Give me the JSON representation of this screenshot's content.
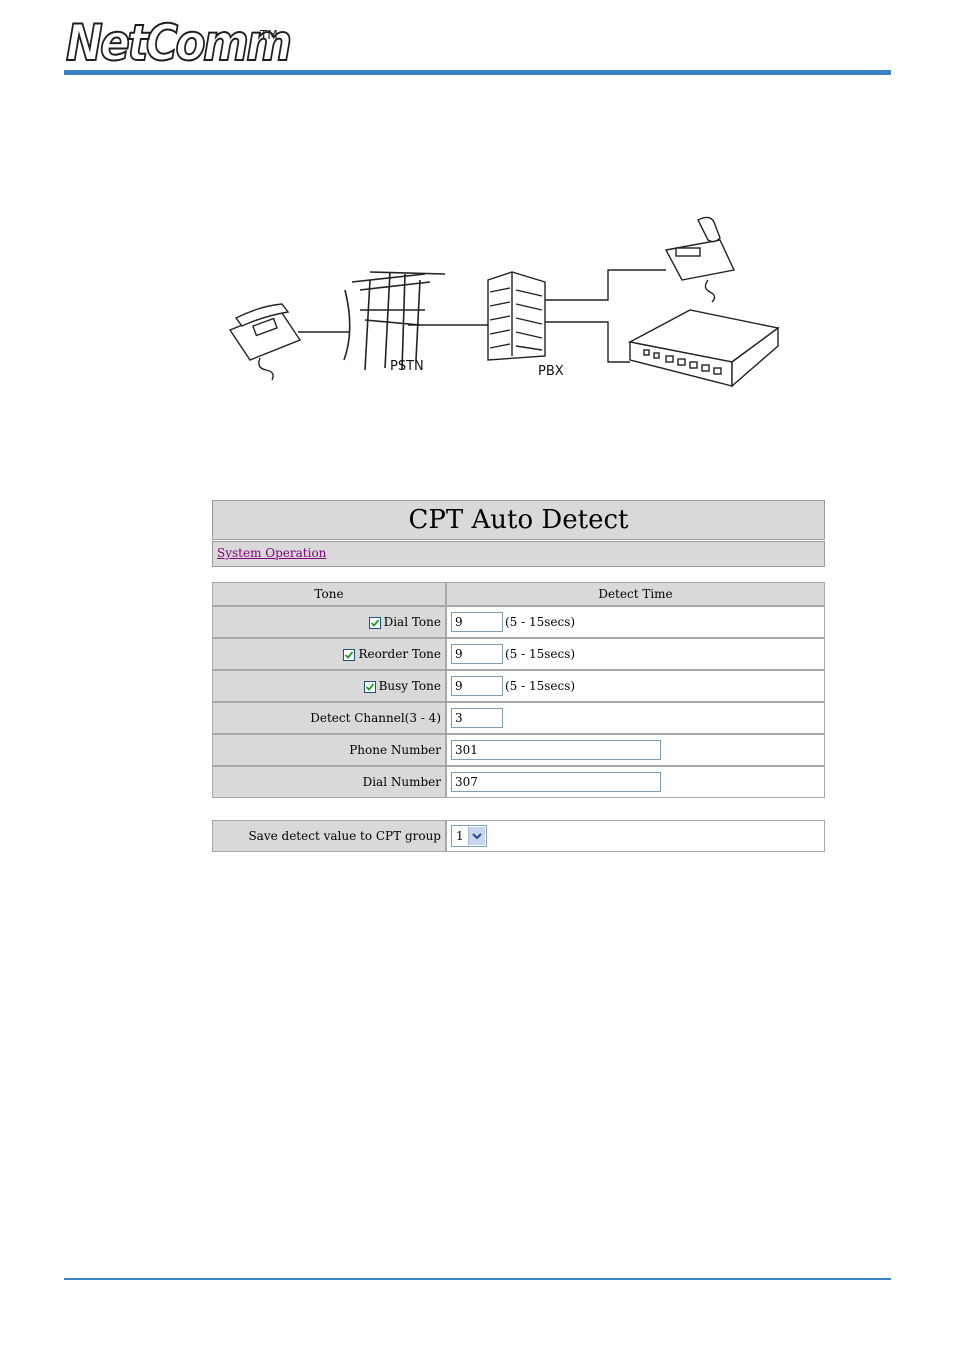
{
  "brand": {
    "logo_text": "NetComm",
    "trademark": "TM"
  },
  "diagram": {
    "pstn_label": "PSTN",
    "pbx_label": "PBX"
  },
  "panel": {
    "title": "CPT Auto Detect",
    "nav_link": "System Operation",
    "columns": {
      "tone": "Tone",
      "detect_time": "Detect Time"
    },
    "rows": {
      "dial_tone": {
        "label": "Dial Tone",
        "checked": true,
        "value": "9",
        "hint": "(5 - 15secs)"
      },
      "reorder_tone": {
        "label": "Reorder Tone",
        "checked": true,
        "value": "9",
        "hint": "(5 - 15secs)"
      },
      "busy_tone": {
        "label": "Busy Tone",
        "checked": true,
        "value": "9",
        "hint": "(5 - 15secs)"
      },
      "detect_channel": {
        "label": "Detect Channel(3 - 4)",
        "value": "3"
      },
      "phone_number": {
        "label": "Phone Number",
        "value": "301"
      },
      "dial_number": {
        "label": "Dial Number",
        "value": "307"
      }
    },
    "save": {
      "label": "Save detect value to CPT group",
      "selected": "1"
    }
  },
  "colors": {
    "accent_rule": "#3a82c4",
    "panel_gray": "#d9d9d9",
    "link_visited": "#800080"
  }
}
